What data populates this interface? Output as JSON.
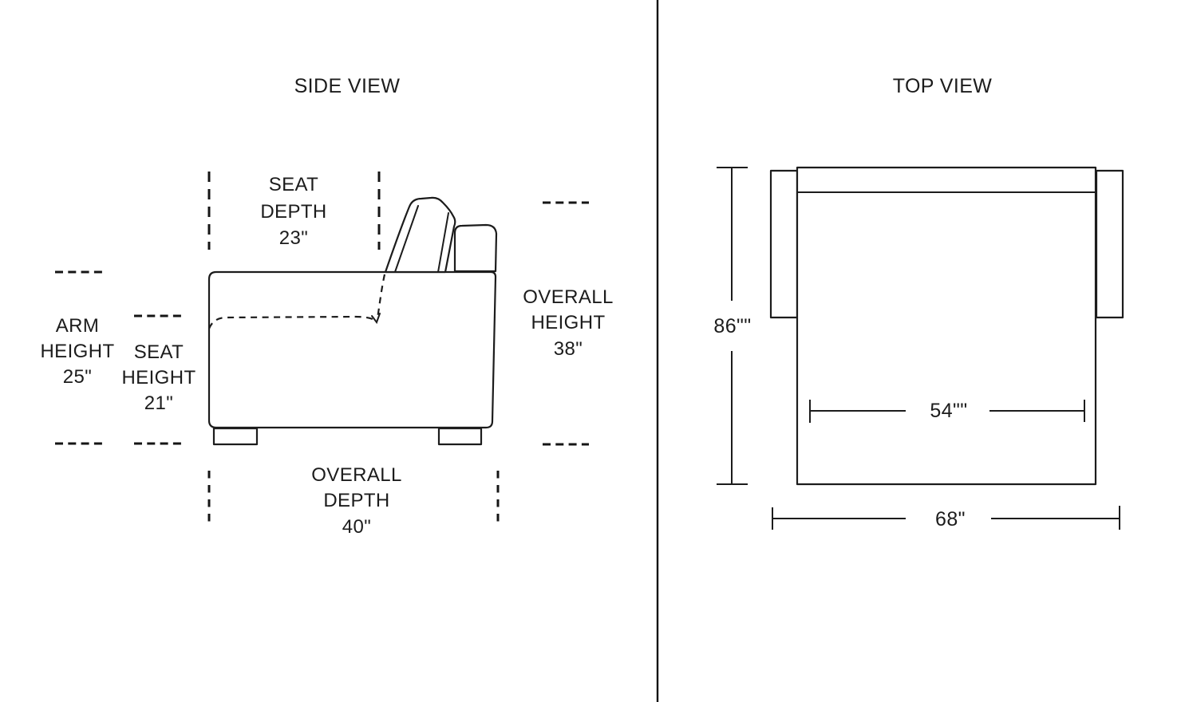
{
  "colors": {
    "line": "#1c1c1c",
    "background": "#ffffff"
  },
  "side_view": {
    "title": "SIDE VIEW",
    "labels": {
      "seat_depth": [
        "SEAT",
        "DEPTH",
        "23\""
      ],
      "arm_height": [
        "ARM",
        "HEIGHT",
        "25\""
      ],
      "seat_height": [
        "SEAT",
        "HEIGHT",
        "21\""
      ],
      "overall_height": [
        "OVERALL",
        "HEIGHT",
        "38\""
      ],
      "overall_depth": [
        "OVERALL",
        "DEPTH",
        "40\""
      ]
    }
  },
  "top_view": {
    "title": "TOP VIEW",
    "dimensions": {
      "overall_depth": "86\"\"",
      "seat_width": "54\"\"",
      "overall_width": "68\""
    }
  }
}
